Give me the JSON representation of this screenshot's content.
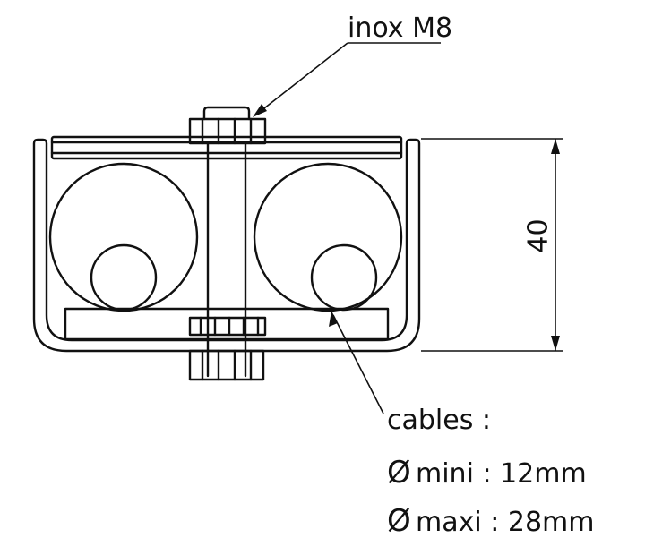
{
  "labels": {
    "bolt": "inox M8",
    "dimension": "40",
    "cables_title": "cables :",
    "diameter_symbol": "Ø",
    "mini": "mini : 12mm",
    "maxi": "maxi : 28mm"
  },
  "colors": {
    "line": "#111111",
    "background": "#ffffff"
  }
}
